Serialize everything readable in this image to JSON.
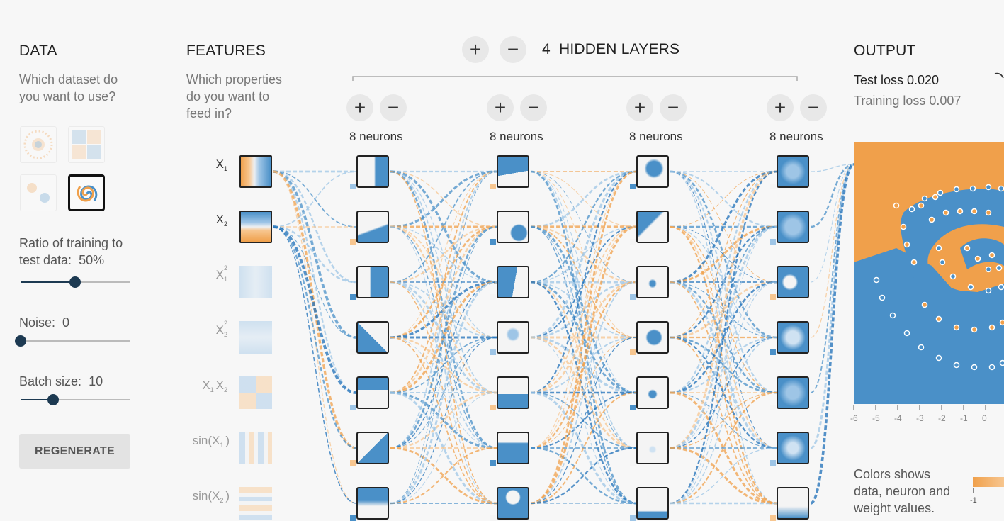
{
  "data_section": {
    "title": "DATA",
    "subtitle_line1": "Which dataset do",
    "subtitle_line2": "you want to use?",
    "ratio_label_line1": "Ratio of training to",
    "ratio_label_line2": "test data:",
    "ratio_value": "50%",
    "ratio_fraction": 0.5,
    "noise_label": "Noise:",
    "noise_value": "0",
    "noise_fraction": 0.0,
    "batch_label": "Batch size:",
    "batch_value": "10",
    "batch_fraction": 0.3,
    "regenerate_label": "REGENERATE"
  },
  "features_section": {
    "title": "FEATURES",
    "subtitle_line1": "Which properties",
    "subtitle_line2": "do you want to",
    "subtitle_line3": "feed in?",
    "features": [
      {
        "base": "X",
        "sub": "1",
        "sup": "",
        "active": true
      },
      {
        "base": "X",
        "sub": "2",
        "sup": "",
        "active": true
      },
      {
        "base": "X",
        "sub": "1",
        "sup": "2",
        "active": false
      },
      {
        "base": "X",
        "sub": "2",
        "sup": "2",
        "active": false
      },
      {
        "base": "X",
        "sub": "1",
        "sup": "",
        "extra": "X",
        "extra_sub": "2",
        "active": false
      },
      {
        "base": "sin(X",
        "sub": "1",
        "sup": "",
        "close": ")",
        "active": false
      },
      {
        "base": "sin(X",
        "sub": "2",
        "sup": "",
        "close": ")",
        "active": false
      }
    ]
  },
  "hidden_layers": {
    "plus": "+",
    "minus": "−",
    "count": "4",
    "label": "HIDDEN LAYERS",
    "layers": [
      {
        "neurons_label": "8 neurons"
      },
      {
        "neurons_label": "8 neurons"
      },
      {
        "neurons_label": "8 neurons"
      },
      {
        "neurons_label": "8 neurons"
      }
    ]
  },
  "output_section": {
    "title": "OUTPUT",
    "test_loss": "Test loss 0.020",
    "training_loss": "Training loss 0.007",
    "axis_ticks": [
      "-6",
      "-5",
      "-4",
      "-3",
      "-2",
      "-1",
      "0"
    ],
    "legend_line1": "Colors shows",
    "legend_line2": "data, neuron and",
    "legend_line3": "weight values.",
    "legend_tick": "-1"
  },
  "colors": {
    "orange": "#f0a04b",
    "blue": "#4a90c8",
    "dark_blue": "#1d6fb8",
    "light_orange": "#f7c690",
    "light_blue": "#9ec5e6"
  }
}
